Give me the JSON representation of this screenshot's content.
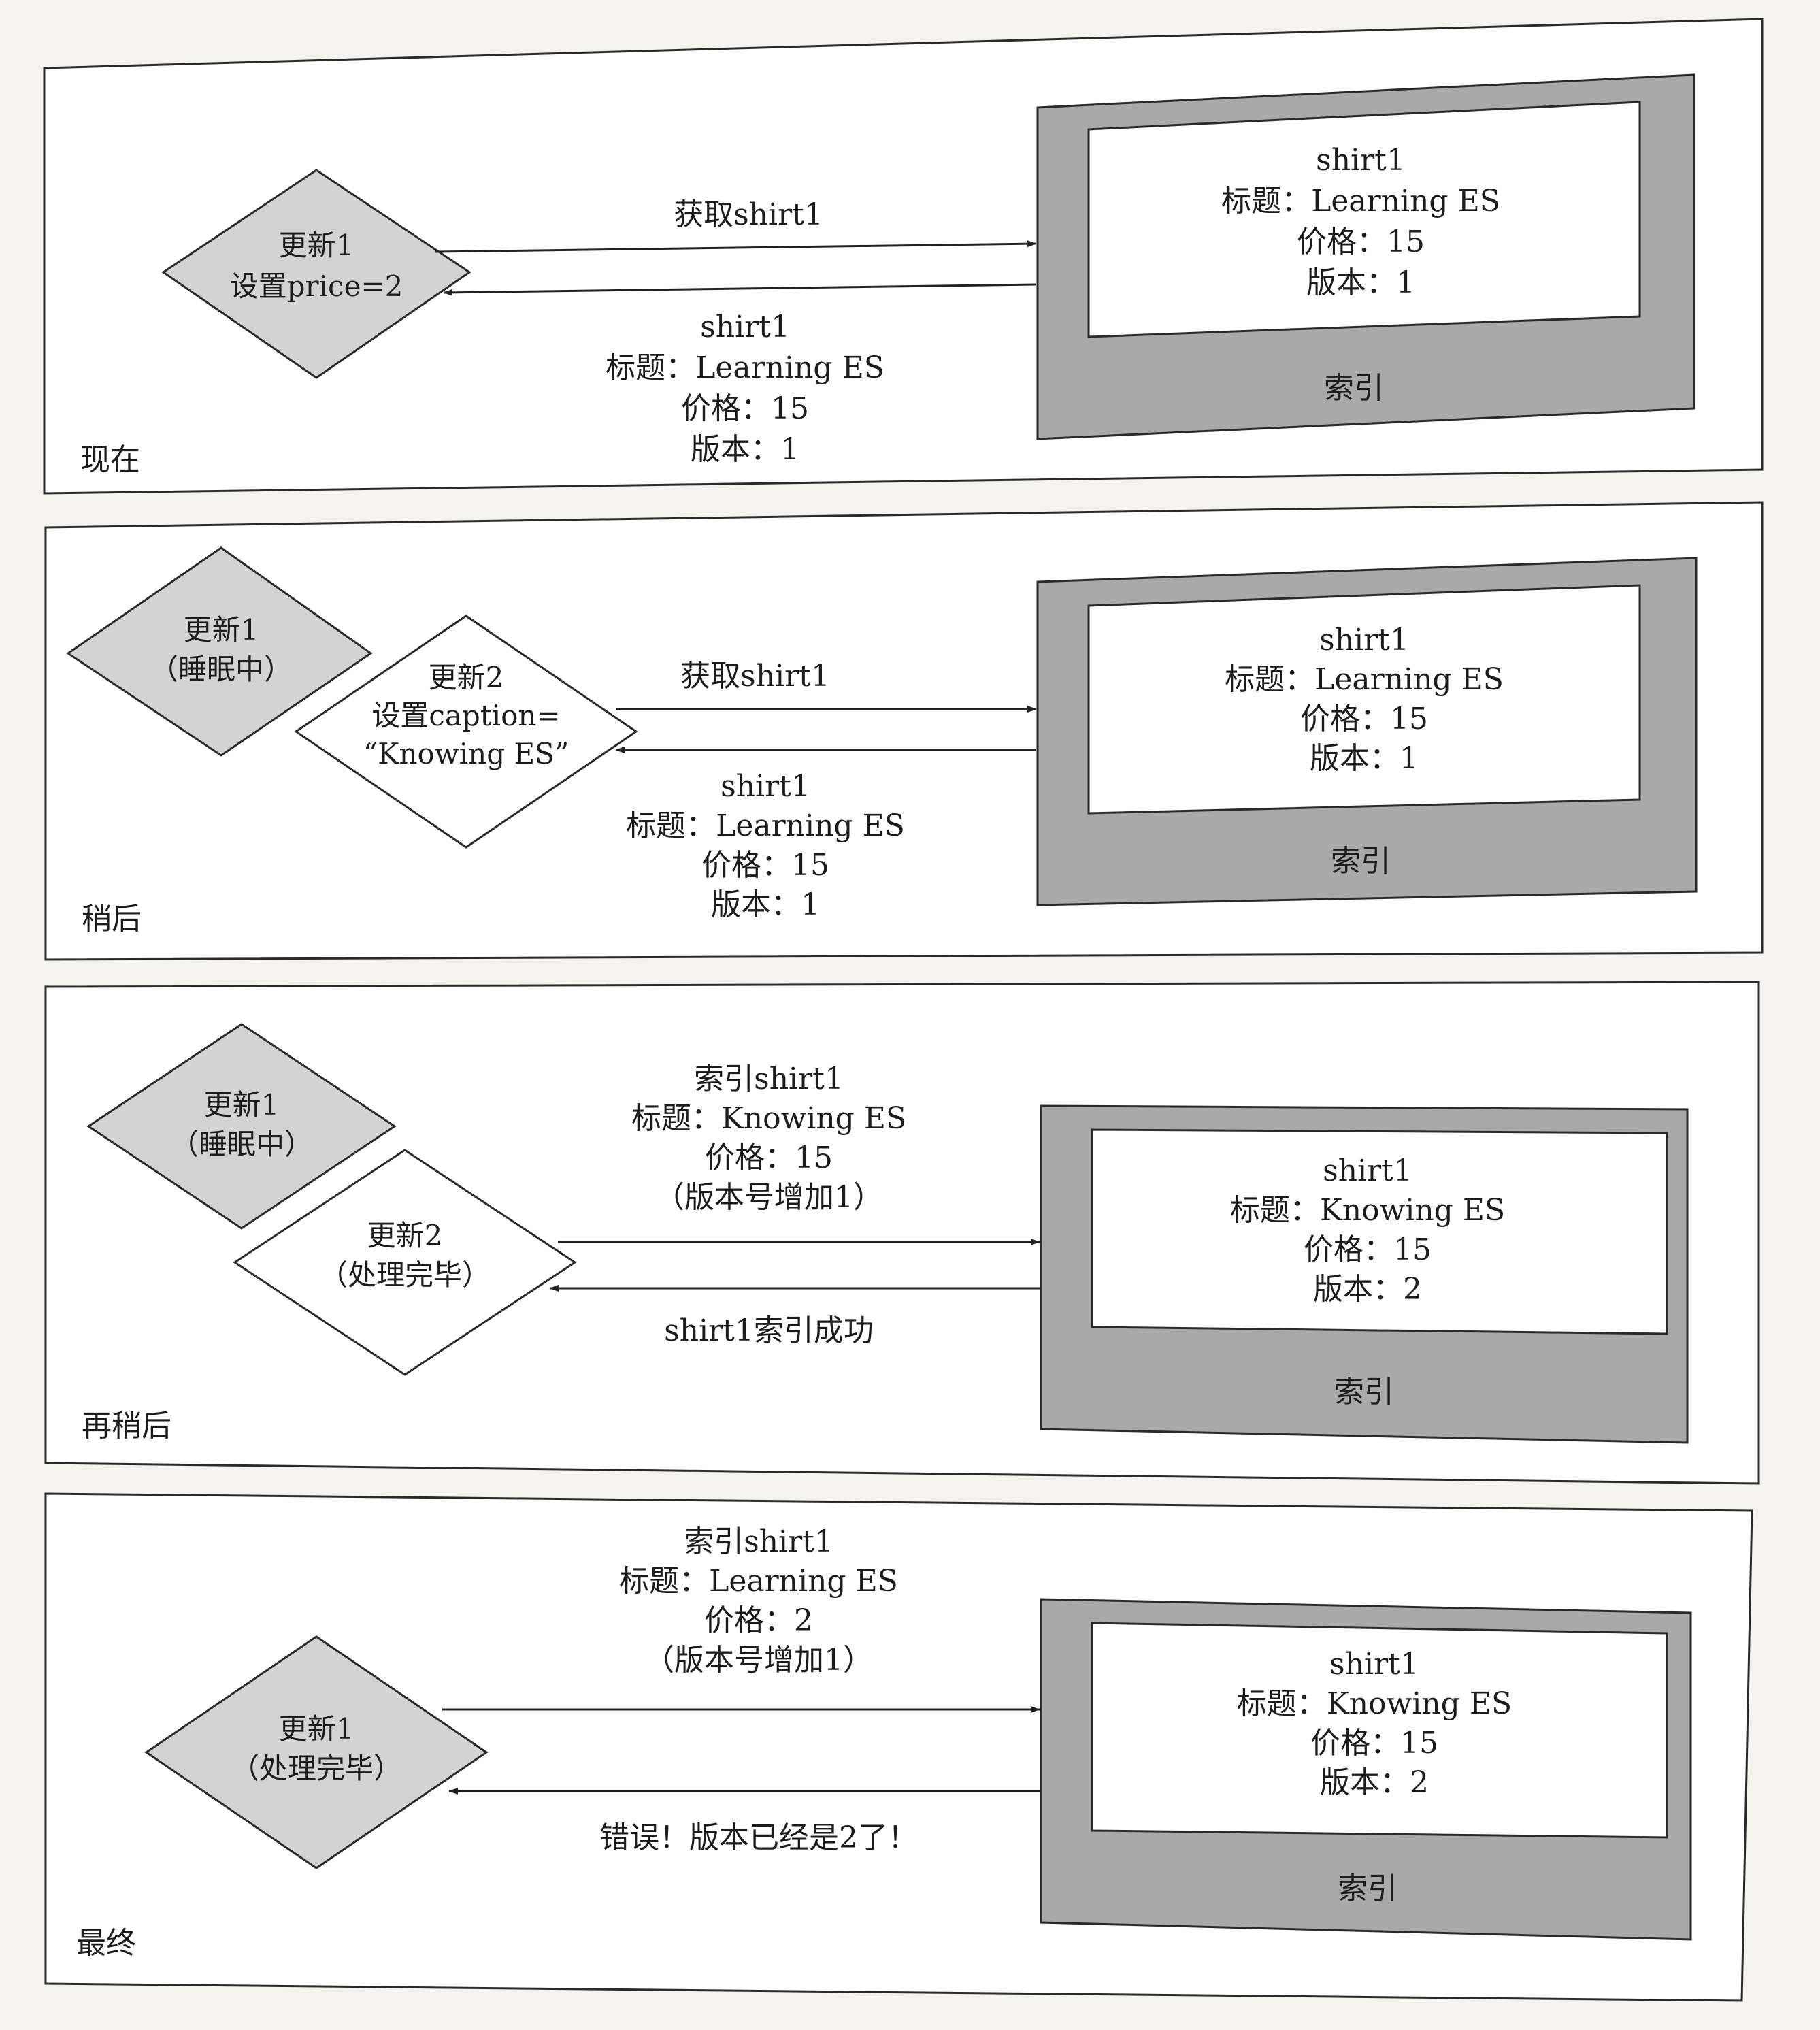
{
  "panels": [
    {
      "caption": "现在",
      "index_doc": [
        "shirt1",
        "标题：Learning ES",
        "价格：15",
        "版本：1"
      ],
      "index_label": "索引",
      "diamonds": [
        {
          "lines": [
            "更新1",
            "设置price=2"
          ],
          "style": "gray"
        }
      ],
      "request_lines": [
        "获取shirt1"
      ],
      "response_lines": [
        "shirt1",
        "标题：Learning ES",
        "价格：15",
        "版本：1"
      ]
    },
    {
      "caption": "稍后",
      "index_doc": [
        "shirt1",
        "标题：Learning ES",
        "价格：15",
        "版本：1"
      ],
      "index_label": "索引",
      "diamonds": [
        {
          "lines": [
            "更新1",
            "（睡眠中）"
          ],
          "style": "gray"
        },
        {
          "lines": [
            "更新2",
            "设置caption=",
            "“Knowing ES”"
          ],
          "style": "white"
        }
      ],
      "request_lines": [
        "获取shirt1"
      ],
      "response_lines": [
        "shirt1",
        "标题：Learning ES",
        "价格：15",
        "版本：1"
      ]
    },
    {
      "caption": "再稍后",
      "index_doc": [
        "shirt1",
        "标题：Knowing ES",
        "价格：15",
        "版本：2"
      ],
      "index_label": "索引",
      "diamonds": [
        {
          "lines": [
            "更新1",
            "（睡眠中）"
          ],
          "style": "gray"
        },
        {
          "lines": [
            "更新2",
            "（处理完毕）"
          ],
          "style": "white"
        }
      ],
      "request_lines": [
        "索引shirt1",
        "标题：Knowing ES",
        "价格：15",
        "（版本号增加1）"
      ],
      "response_lines": [
        "shirt1索引成功"
      ]
    },
    {
      "caption": "最终",
      "index_doc": [
        "shirt1",
        "标题：Knowing ES",
        "价格：15",
        "版本：2"
      ],
      "index_label": "索引",
      "diamonds": [
        {
          "lines": [
            "更新1",
            "（处理完毕）"
          ],
          "style": "gray"
        }
      ],
      "request_lines": [
        "索引shirt1",
        "标题：Learning ES",
        "价格：2",
        "（版本号增加1）"
      ],
      "response_lines": [
        "错误！版本已经是2了！"
      ]
    }
  ]
}
